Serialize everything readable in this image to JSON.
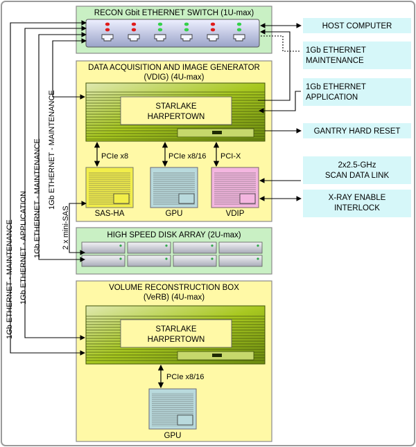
{
  "switch": {
    "title": "RECON Gbit ETHERNET SWITCH (1U-max)",
    "port_leds": [
      {
        "top": "red",
        "bottom": "red"
      },
      {
        "top": "red",
        "bottom": "red"
      },
      {
        "top": "green",
        "bottom": "green"
      },
      {
        "top": "green",
        "bottom": "green"
      },
      {
        "top": "red",
        "bottom": "red"
      },
      {
        "top": "green",
        "bottom": "green"
      }
    ]
  },
  "external": {
    "host_computer": "HOST COMPUTER",
    "maint_line1": "1Gb ETHERNET",
    "maint_line2": "MAINTENANCE",
    "app_line1": "1Gb ETHERNET",
    "app_line2": "APPLICATION",
    "gantry_reset": "GANTRY HARD RESET",
    "scan_line1": "2x2.5-GHz",
    "scan_line2": "SCAN DATA LINK",
    "xray_line1": "X-RAY ENABLE",
    "xray_line2": "INTERLOCK"
  },
  "vdig": {
    "title_line1": "DATA ACQUISITION AND IMAGE GENERATOR",
    "title_line2": "(VDIG) (4U-max)",
    "server_line1": "STARLAKE",
    "server_line2": "HARPERTOWN",
    "bus1": "PCIe x8",
    "bus2": "PCIe x8/16",
    "bus3": "PCI-X",
    "card1": "SAS-HA",
    "card2": "GPU",
    "card3": "VDIP"
  },
  "disk": {
    "title": "HIGH SPEED DISK ARRAY (2U-max)",
    "sas_link": "2 x mini-SAS"
  },
  "verb": {
    "title_line1": "VOLUME RECONSTRUCTION BOX",
    "title_line2": "(VeRB) (4U-max)",
    "server_line1": "STARLAKE",
    "server_line2": "HARPERTOWN",
    "bus": "PCIe x8/16",
    "card": "GPU"
  },
  "left_links": {
    "l1": "1Gb ETHERNET - MAINTENANCE",
    "l2": "1Gb ETHERNET - APPLICATION",
    "l3": "1Gb ETHERNET - MAINTENANCE",
    "l4": "1Gb ETHERNET - MAINTENANCE"
  },
  "colors": {
    "switch_fill": "#c9f0c4",
    "panel_fill": "#fff9a6",
    "panel_stroke": "#8a8a8a",
    "label_box": "#d6f7f9",
    "server_green": "#a8c820",
    "server_dark": "#5d7a0c",
    "card_yellow": "#f2ee4a",
    "card_blue": "#b9dadd",
    "card_pink": "#f4b6e0",
    "led_red": "#e01b1b",
    "led_green": "#34d04a"
  }
}
